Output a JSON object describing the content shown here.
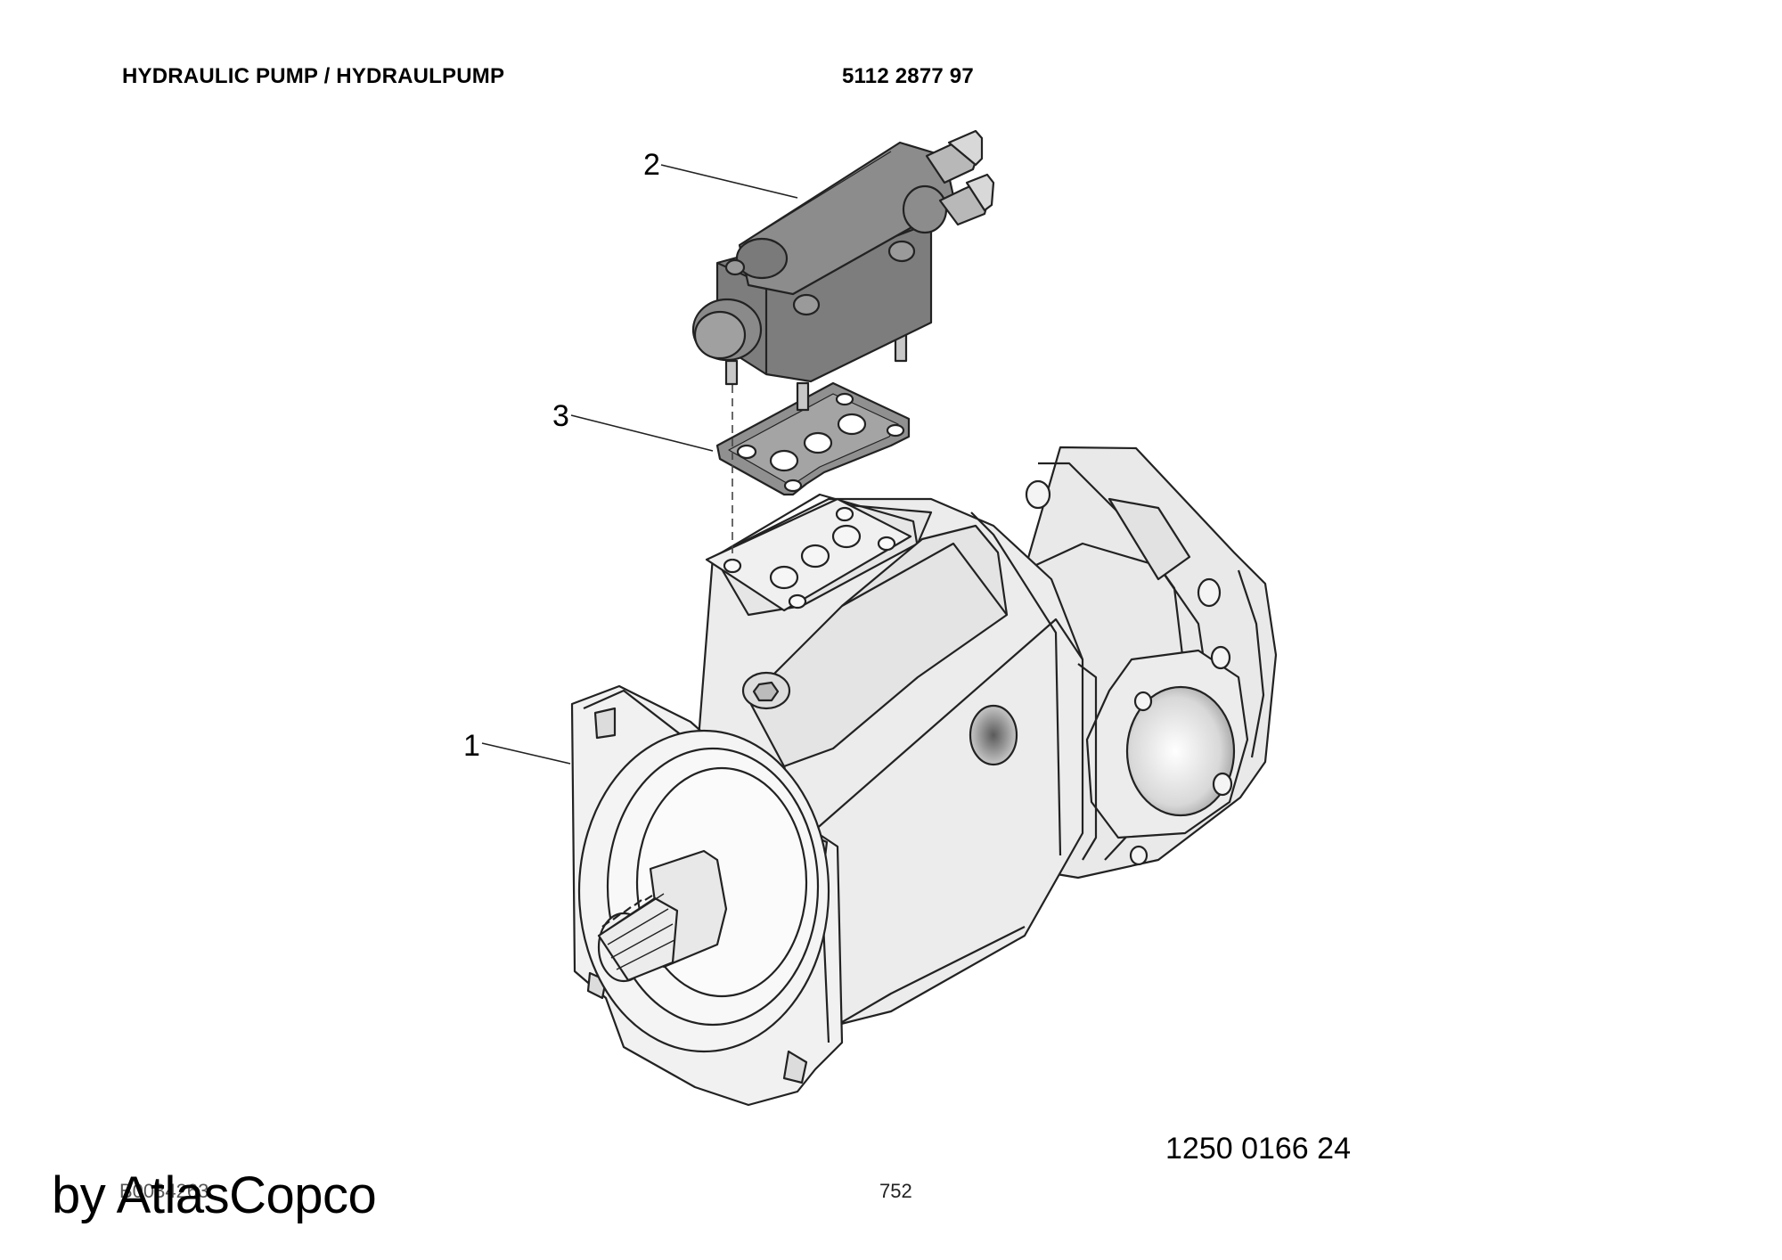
{
  "header": {
    "title": "HYDRAULIC PUMP / HYDRAULPUMP",
    "part_number": "5112 2877 97"
  },
  "callouts": [
    {
      "label": "2"
    },
    {
      "label": "3"
    },
    {
      "label": "1"
    }
  ],
  "footer": {
    "assembly_number": "1250 0166 24",
    "drawing_code": "B0034263",
    "page_number": "752",
    "watermark": "by AtlasCopco"
  },
  "colors": {
    "pump_body": "#eeeeee",
    "valve_body": "#8a8a8a",
    "line": "#222222"
  }
}
